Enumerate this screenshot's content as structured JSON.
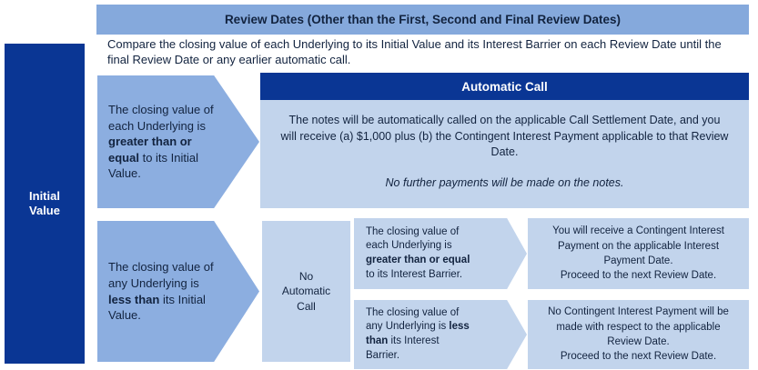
{
  "header": {
    "title": "Review Dates (Other than the First, Second and Final Review Dates)",
    "description": "Compare the closing value of each Underlying to its Initial Value and its Interest Barrier on each Review Date until the final Review Date or any earlier automatic call."
  },
  "sidebar": {
    "label_line1": "Initial",
    "label_line2": "Value"
  },
  "branch_above": {
    "condition_pre": "The closing value of each Underlying is ",
    "condition_bold": "greater than or equal",
    "condition_post": " to its Initial Value.",
    "outcome_title": "Automatic Call",
    "outcome_text": "The notes will be automatically called on the applicable Call Settlement Date, and you will receive (a) $1,000 plus (b) the Contingent Interest Payment applicable to that Review Date.",
    "outcome_note": "No further payments will be made on the notes."
  },
  "branch_below": {
    "condition_pre": "The closing value of any Underlying is ",
    "condition_bold": "less than",
    "condition_post": " its Initial Value.",
    "gate_line1": "No",
    "gate_line2": "Automatic",
    "gate_line3": "Call",
    "sub_branches": [
      {
        "condition_pre": "The closing value of each Underlying is ",
        "condition_bold": "greater than or equal",
        "condition_post": " to its Interest Barrier.",
        "result_line1": "You will receive a Contingent Interest",
        "result_line2": "Payment on the applicable Interest",
        "result_line3": "Payment Date.",
        "result_line4": "Proceed to the next Review Date."
      },
      {
        "condition_pre": "The closing value of any Underlying is ",
        "condition_bold": "less than",
        "condition_post": " its Interest Barrier.",
        "result_line1": "No Contingent Interest Payment will be",
        "result_line2": "made with respect to the applicable",
        "result_line3": "Review Date.",
        "result_line4": "Proceed to the next Review Date."
      }
    ]
  },
  "colors": {
    "navy": "#0A3694",
    "band_blue": "#85A9DC",
    "arrow_blue": "#8CAEE0",
    "light_blue": "#C2D4EC",
    "text_dark": "#12233f"
  }
}
